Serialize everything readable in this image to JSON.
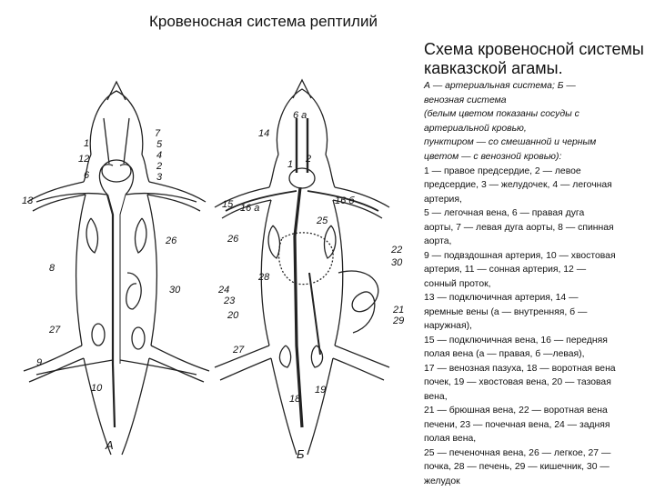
{
  "page": {
    "title": "Кровеносная система рептилий"
  },
  "caption": {
    "title_line1": "Схема кровеносной системы",
    "title_line2": "кавказской агамы.",
    "subtitle": [
      "А — артериальная система; Б —",
      "венозная система",
      "(белым цветом показаны сосуды с",
      "артериальной кровью,",
      "пунктиром — со смешанной и черным",
      "цветом — с   венозной кровью):"
    ],
    "legend": [
      "1 — правое предсердие, 2 — левое",
      "предсердие, 3 — желудочек, 4 — легочная",
      "артерия,",
      "5 — легочная вена, 6 — правая дуга",
      "аорты, 7 — левая дуга аорты, 8 — спинная",
      "аорта,",
      "9 — подвздошная артерия, 10 — хвостовая",
      "артерия, 11 — сонная артерия, 12 —",
      "сонный проток,",
      "13 — подключичная артерия, 14 —",
      "яремные вены (а — внутренняя, б —",
      "наружная),",
      "15 — подключичная вена, 16 — передняя",
      "полая вена (а — правая, б —левая),",
      "17 — венозная пазуха, 18 — воротная вена",
      "почек, 19 — хвостовая вена, 20 — тазовая",
      "вена,",
      "21 — брюшная вена, 22 — воротная вена",
      "печени, 23 — почечная вена, 24 — задняя",
      "полая вена,",
      "25 — печеночная вена, 26 — легкое, 27 —",
      "почка, 28 — печень, 29 — кишечник, 30 —",
      "желудок"
    ]
  },
  "figure_a": {
    "letter": "А",
    "labels": [
      "1",
      "12",
      "6",
      "7",
      "5",
      "4",
      "2",
      "3",
      "13",
      "26",
      "8",
      "30",
      "27",
      "9",
      "10"
    ]
  },
  "figure_b": {
    "letter": "Б",
    "labels": [
      "6 а",
      "14",
      "2",
      "1",
      "16 б",
      "15",
      "16 а",
      "25",
      "26",
      "22",
      "30",
      "28",
      "24",
      "23",
      "20",
      "21",
      "29",
      "27",
      "18",
      "19"
    ]
  }
}
